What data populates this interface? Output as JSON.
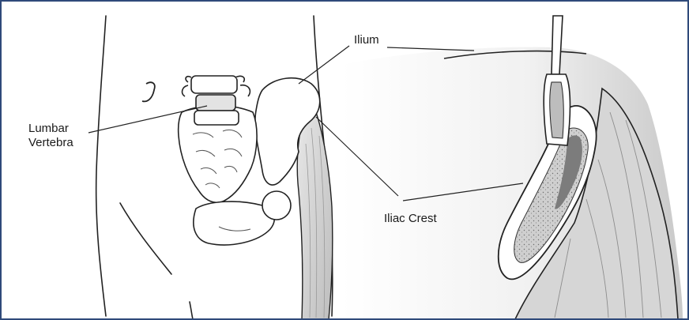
{
  "labels": {
    "ilium": "Ilium",
    "lumbar_vertebra_line1": "Lumbar",
    "lumbar_vertebra_line2": "Vertebra",
    "iliac_crest": "Iliac Crest"
  },
  "colors": {
    "frame_border": "#2f4a7a",
    "ink": "#222222",
    "bone_fill": "#ffffff",
    "tissue_shade": "#d9d9d9",
    "marrow": "#8a8a8a"
  }
}
